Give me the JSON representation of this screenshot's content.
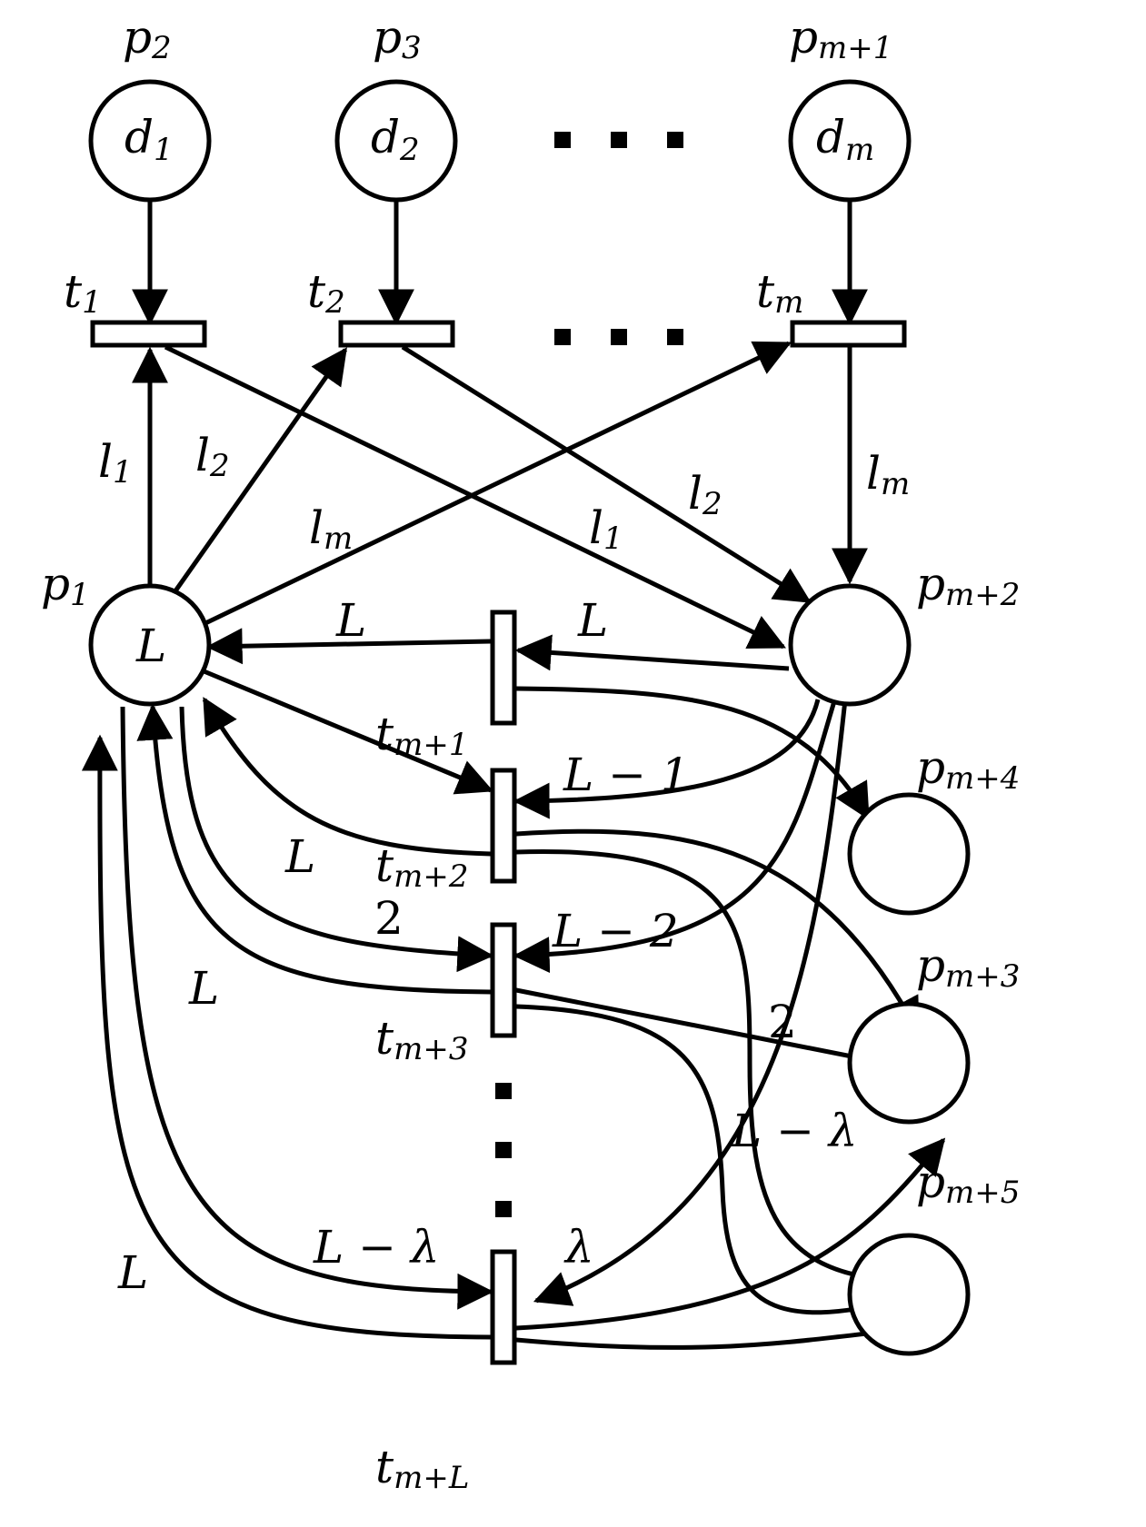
{
  "places": {
    "p2": {
      "name": "p",
      "sub": "2",
      "token": "d",
      "token_sub": "1"
    },
    "p3": {
      "name": "p",
      "sub": "3",
      "token": "d",
      "token_sub": "2"
    },
    "pm1": {
      "name": "p",
      "sub": "m+1",
      "token": "d",
      "token_sub": "m"
    },
    "p1": {
      "name": "p",
      "sub": "1",
      "token": "L"
    },
    "pm2": {
      "name": "p",
      "sub": "m+2"
    },
    "pm4": {
      "name": "p",
      "sub": "m+4"
    },
    "pm3": {
      "name": "p",
      "sub": "m+3"
    },
    "pm5": {
      "name": "p",
      "sub": "m+5"
    }
  },
  "transitions": {
    "t1": {
      "name": "t",
      "sub": "1"
    },
    "t2": {
      "name": "t",
      "sub": "2"
    },
    "tm": {
      "name": "t",
      "sub": "m"
    },
    "tm1": {
      "name": "t",
      "sub": "m+1"
    },
    "tm2": {
      "name": "t",
      "sub": "m+2"
    },
    "tm3": {
      "name": "t",
      "sub": "m+3"
    },
    "tmL": {
      "name": "t",
      "sub": "m+L"
    }
  },
  "weights": {
    "l1": {
      "base": "l",
      "sub": "1"
    },
    "l2": {
      "base": "l",
      "sub": "2"
    },
    "lm": {
      "base": "l",
      "sub": "m"
    },
    "L": "L",
    "L_minus_1": "L − 1",
    "L_minus_2": "L − 2",
    "L_minus_lambda": "L − λ",
    "two": "2",
    "lambda": "λ"
  }
}
